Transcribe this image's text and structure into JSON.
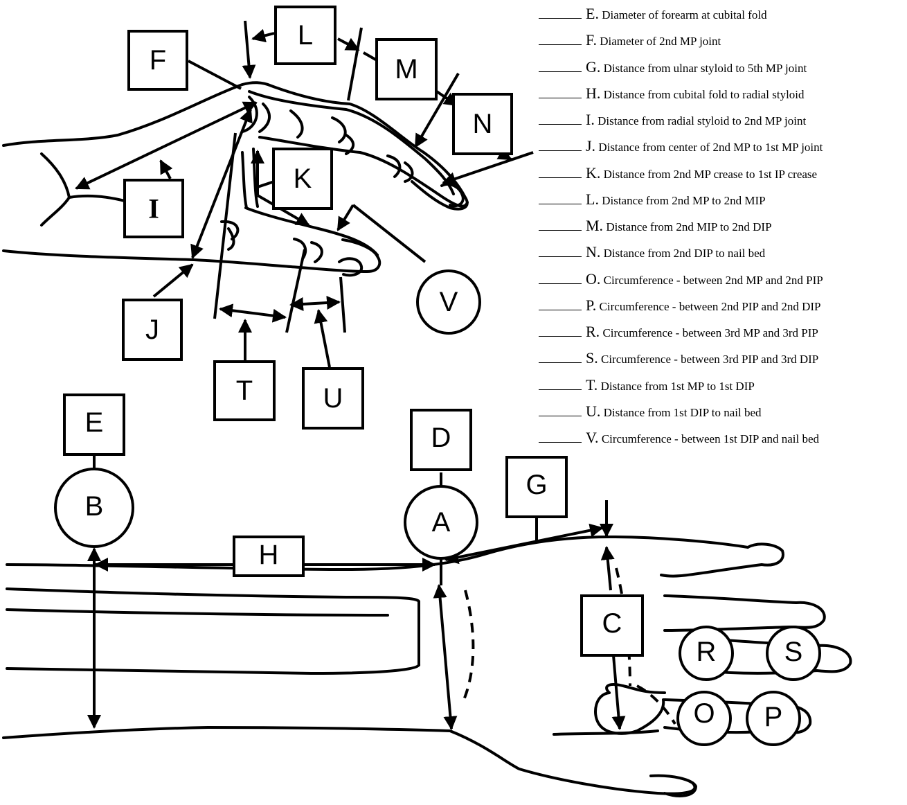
{
  "boxes": [
    {
      "id": "F",
      "label": "F"
    },
    {
      "id": "L",
      "label": "L"
    },
    {
      "id": "M",
      "label": "M"
    },
    {
      "id": "N",
      "label": "N"
    },
    {
      "id": "K",
      "label": "K"
    },
    {
      "id": "I",
      "label": "I"
    },
    {
      "id": "J",
      "label": "J"
    },
    {
      "id": "T",
      "label": "T"
    },
    {
      "id": "U",
      "label": "U"
    },
    {
      "id": "E",
      "label": "E"
    },
    {
      "id": "D",
      "label": "D"
    },
    {
      "id": "G",
      "label": "G"
    },
    {
      "id": "H",
      "label": "H"
    },
    {
      "id": "C",
      "label": "C"
    }
  ],
  "circles": [
    {
      "id": "V",
      "label": "V"
    },
    {
      "id": "B",
      "label": "B"
    },
    {
      "id": "A",
      "label": "A"
    },
    {
      "id": "R",
      "label": "R"
    },
    {
      "id": "S",
      "label": "S"
    },
    {
      "id": "O",
      "label": "O"
    },
    {
      "id": "P",
      "label": "P"
    }
  ],
  "legend": [
    {
      "letter": "E.",
      "text": "Diameter of  forearm at cubital fold"
    },
    {
      "letter": "F.",
      "text": "Diameter of  2nd MP joint"
    },
    {
      "letter": "G.",
      "text": "Distance from ulnar styloid to 5th MP joint"
    },
    {
      "letter": "H.",
      "text": "Distance from cubital fold to radial styloid"
    },
    {
      "letter": "I.",
      "text": " Distance from  radial styloid to 2nd MP joint"
    },
    {
      "letter": "J.",
      "text": " Distance from  center of 2nd MP to 1st MP joint"
    },
    {
      "letter": "K.",
      "text": "Distance from  2nd MP crease to 1st IP crease"
    },
    {
      "letter": "L.",
      "text": "Distance from 2nd MP to 2nd MIP"
    },
    {
      "letter": "M.",
      "text": "Distance from  2nd MIP to 2nd DIP"
    },
    {
      "letter": "N.",
      "text": " Distance from  2nd DIP to nail bed"
    },
    {
      "letter": "O.",
      "text": "Circumference -  between 2nd MP and 2nd PIP"
    },
    {
      "letter": "P.",
      "text": "Circumference -  between  2nd PIP and 2nd DIP"
    },
    {
      "letter": "R.",
      "text": "Circumference -  between  3rd MP and 3rd PIP"
    },
    {
      "letter": "S.",
      "text": "Circumference -  between  3rd PIP and 3rd DIP"
    },
    {
      "letter": "T.",
      "text": "Distance from 1st MP to 1st DIP"
    },
    {
      "letter": "U.",
      "text": "Distance from 1st DIP to nail bed"
    },
    {
      "letter": "V.",
      "text": "Circumference -  between  1st DIP and nail bed"
    }
  ]
}
